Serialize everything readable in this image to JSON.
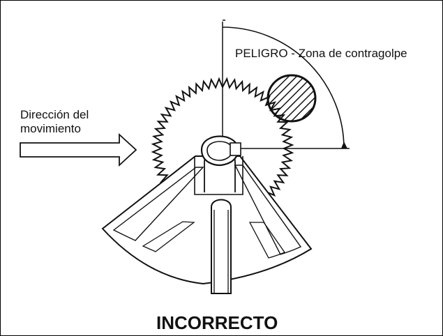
{
  "labels": {
    "danger_zone": "PELIGRO - Zona de contragolpe",
    "direction_line1": "Dirección del",
    "direction_line2": "movimiento",
    "verdict": "INCORRECTO"
  },
  "colors": {
    "ink": "#111111",
    "background": "#ffffff"
  },
  "icons": {
    "arrow": "right-arrow-icon",
    "kickback_zone": "hatched-circle"
  }
}
